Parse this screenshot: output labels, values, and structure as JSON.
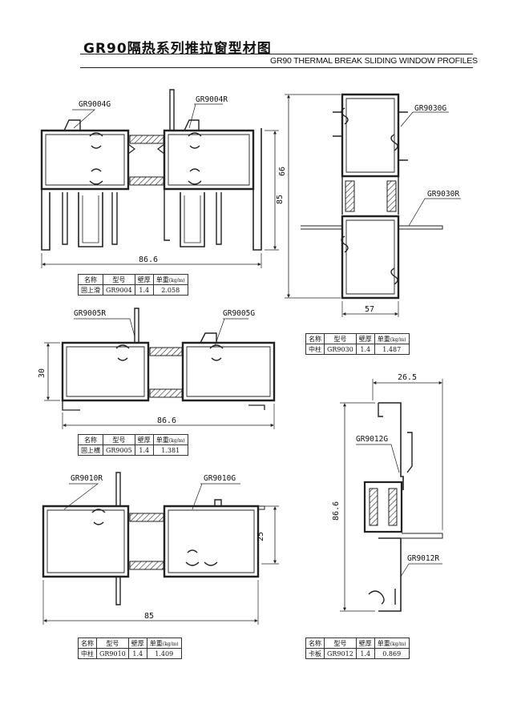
{
  "header": {
    "title_cn": "GR90隔热系列推拉窗型材图",
    "title_en": "GR90 THERMAL BREAK SLIDING WINDOW PROFILES"
  },
  "table_header": {
    "name": "名称",
    "model": "型号",
    "wall": "壁厚",
    "weight": "单重",
    "unit": "(kg/m)"
  },
  "profiles": {
    "p9004": {
      "left_code": "GR9004G",
      "right_code": "GR9004R",
      "dim_width": "86.6",
      "dim_height": "66",
      "name": "固上滑",
      "model": "GR9004",
      "wall": "1.4",
      "weight": "2.058"
    },
    "p9030": {
      "top_code": "GR9030G",
      "bottom_code": "GR9030R",
      "dim_width": "57",
      "dim_height": "85",
      "name": "中柱",
      "model": "GR9030",
      "wall": "1.4",
      "weight": "1.487"
    },
    "p9005": {
      "left_code": "GR9005R",
      "right_code": "GR9005G",
      "dim_width": "86.6",
      "dim_height": "30",
      "name": "固上横",
      "model": "GR9005",
      "wall": "1.4",
      "weight": "1.381"
    },
    "p9012": {
      "top_code": "GR9012G",
      "bottom_code": "GR9012R",
      "dim_width": "26.5",
      "dim_height": "86.6",
      "name": "卡板",
      "model": "GR9012",
      "wall": "1.4",
      "weight": "0.869"
    },
    "p9010": {
      "left_code": "GR9010R",
      "right_code": "GR9010G",
      "dim_width": "85",
      "dim_height": "25",
      "name": "中柱",
      "model": "GR9010",
      "wall": "1.4",
      "weight": "1.409"
    }
  }
}
